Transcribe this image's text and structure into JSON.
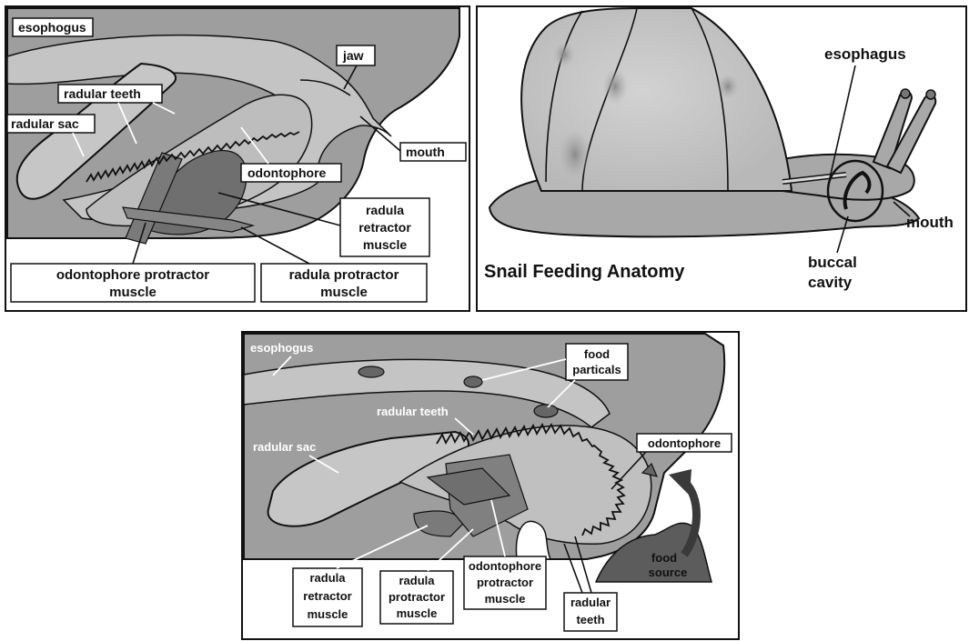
{
  "panel_a": {
    "labels": {
      "esophogus": "esophogus",
      "jaw": "jaw",
      "radular_teeth": "radular teeth",
      "radular_sac": "radular sac",
      "mouth": "mouth",
      "odontophore": "odontophore",
      "radula_retractor_1": "radula",
      "radula_retractor_2": "retractor",
      "radula_retractor_3": "muscle",
      "odontophore_protractor_1": "odontophore protractor",
      "odontophore_protractor_2": "muscle",
      "radula_protractor_1": "radula protractor",
      "radula_protractor_2": "muscle"
    }
  },
  "panel_b": {
    "title": "Snail Feeding Anatomy",
    "labels": {
      "esophagus": "esophagus",
      "mouth": "mouth",
      "buccal_1": "buccal",
      "buccal_2": "cavity"
    }
  },
  "panel_c": {
    "labels": {
      "esophogus": "esophogus",
      "food_1": "food",
      "food_2": "particals",
      "radular_teeth_top": "radular teeth",
      "radular_sac": "radular sac",
      "odontophore": "odontophore",
      "food_source_1": "food",
      "food_source_2": "source",
      "radula_retractor_1": "radula",
      "radula_retractor_2": "retractor",
      "radula_retractor_3": "muscle",
      "radula_protractor_1": "radula",
      "radula_protractor_2": "protractor",
      "radula_protractor_3": "muscle",
      "odontophore_protractor_1": "odontophore",
      "odontophore_protractor_2": "protractor",
      "odontophore_protractor_3": "muscle",
      "radular_teeth_bottom_1": "radular",
      "radular_teeth_bottom_2": "teeth"
    }
  }
}
